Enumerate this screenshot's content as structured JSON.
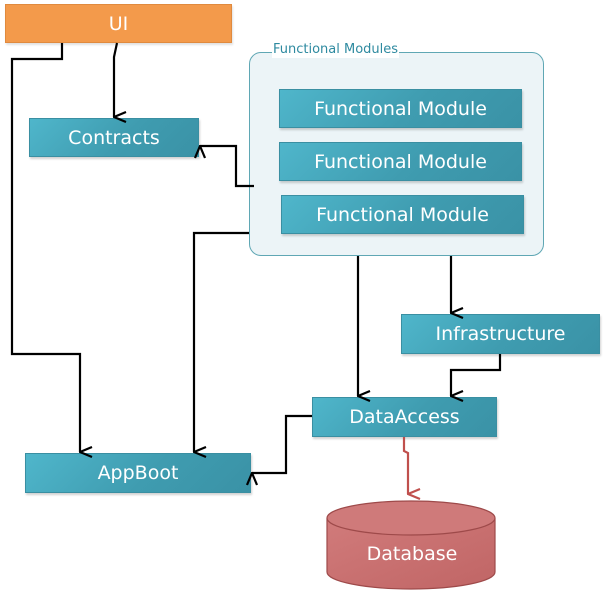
{
  "diagram": {
    "group": {
      "label": "Functional Modules"
    },
    "nodes": {
      "ui": {
        "label": "UI"
      },
      "contracts": {
        "label": "Contracts"
      },
      "module1": {
        "label": "Functional Module"
      },
      "module2": {
        "label": "Functional Module"
      },
      "module3": {
        "label": "Functional Module"
      },
      "infrastructure": {
        "label": "Infrastructure"
      },
      "dataaccess": {
        "label": "DataAccess"
      },
      "appboot": {
        "label": "AppBoot"
      },
      "database": {
        "label": "Database"
      }
    },
    "edges": [
      {
        "from": "UI",
        "to": "Contracts"
      },
      {
        "from": "UI",
        "to": "AppBoot"
      },
      {
        "from": "Functional Modules",
        "to": "Contracts"
      },
      {
        "from": "Functional Modules",
        "to": "AppBoot"
      },
      {
        "from": "Functional Modules",
        "to": "DataAccess"
      },
      {
        "from": "Functional Modules",
        "to": "Infrastructure"
      },
      {
        "from": "Infrastructure",
        "to": "DataAccess"
      },
      {
        "from": "DataAccess",
        "to": "AppBoot"
      },
      {
        "from": "DataAccess",
        "to": "Database"
      }
    ],
    "colors": {
      "ui": "#f39a4b",
      "component": "#43a5b9",
      "group_fill": "#ecf4f7",
      "group_border": "#5fa7b4",
      "database": "#c87070",
      "edge": "#000000",
      "db_edge": "#c0504d"
    }
  }
}
